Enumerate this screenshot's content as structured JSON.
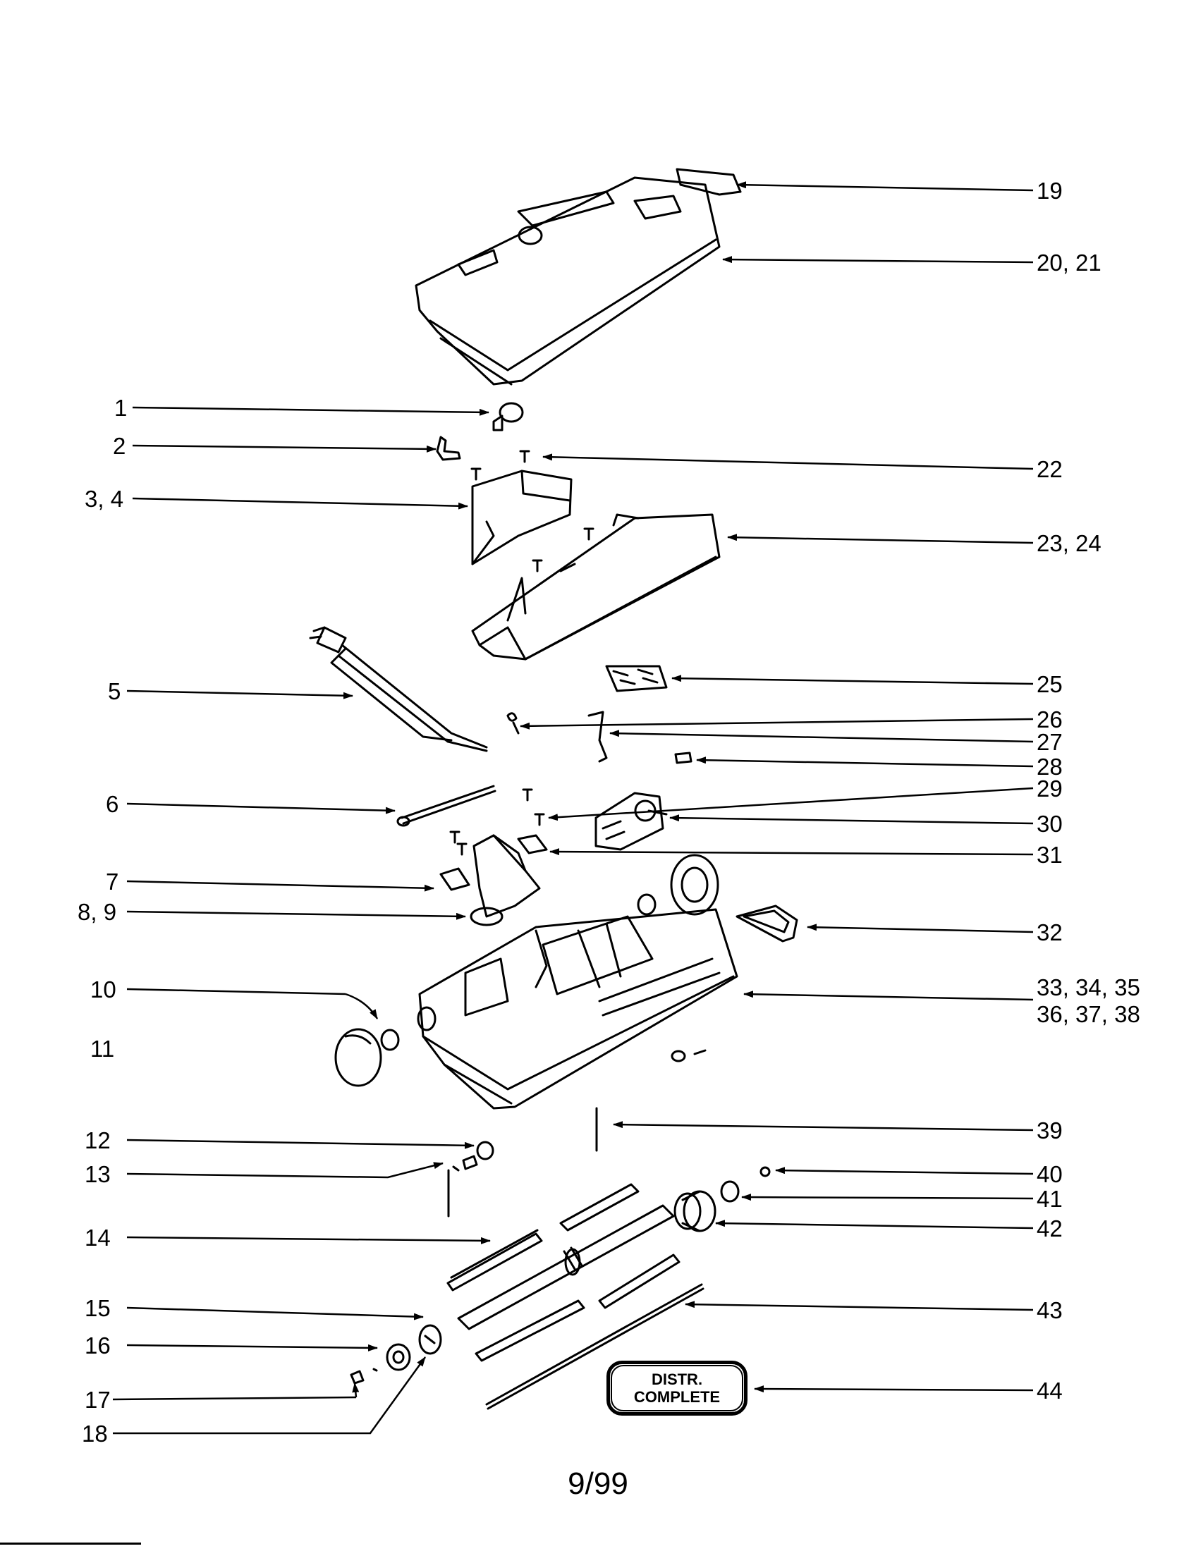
{
  "footer": {
    "date": "9/99"
  },
  "badge": {
    "line1": "DISTR.",
    "line2": "COMPLETE"
  },
  "callouts_left": [
    {
      "id": "c1",
      "text": "1"
    },
    {
      "id": "c2",
      "text": "2"
    },
    {
      "id": "c3",
      "text": "3, 4"
    },
    {
      "id": "c5",
      "text": "5"
    },
    {
      "id": "c6",
      "text": "6"
    },
    {
      "id": "c7",
      "text": "7"
    },
    {
      "id": "c8",
      "text": "8, 9"
    },
    {
      "id": "c10",
      "text": "10"
    },
    {
      "id": "c11",
      "text": "11"
    },
    {
      "id": "c12",
      "text": "12"
    },
    {
      "id": "c13",
      "text": "13"
    },
    {
      "id": "c14",
      "text": "14"
    },
    {
      "id": "c15",
      "text": "15"
    },
    {
      "id": "c16",
      "text": "16"
    },
    {
      "id": "c17",
      "text": "17"
    },
    {
      "id": "c18",
      "text": "18"
    }
  ],
  "callouts_right": [
    {
      "id": "c19",
      "text": "19"
    },
    {
      "id": "c20",
      "text": "20, 21"
    },
    {
      "id": "c22",
      "text": "22"
    },
    {
      "id": "c23",
      "text": "23, 24"
    },
    {
      "id": "c25",
      "text": "25"
    },
    {
      "id": "c26",
      "text": "26"
    },
    {
      "id": "c27",
      "text": "27"
    },
    {
      "id": "c28",
      "text": "28"
    },
    {
      "id": "c29",
      "text": "29"
    },
    {
      "id": "c30",
      "text": "30"
    },
    {
      "id": "c31",
      "text": "31"
    },
    {
      "id": "c32",
      "text": "32"
    },
    {
      "id": "c33",
      "text": "33, 34, 35"
    },
    {
      "id": "c36",
      "text": "36, 37, 38"
    },
    {
      "id": "c39",
      "text": "39"
    },
    {
      "id": "c40",
      "text": "40"
    },
    {
      "id": "c41",
      "text": "41"
    },
    {
      "id": "c42",
      "text": "42"
    },
    {
      "id": "c43",
      "text": "43"
    },
    {
      "id": "c44",
      "text": "44"
    }
  ]
}
